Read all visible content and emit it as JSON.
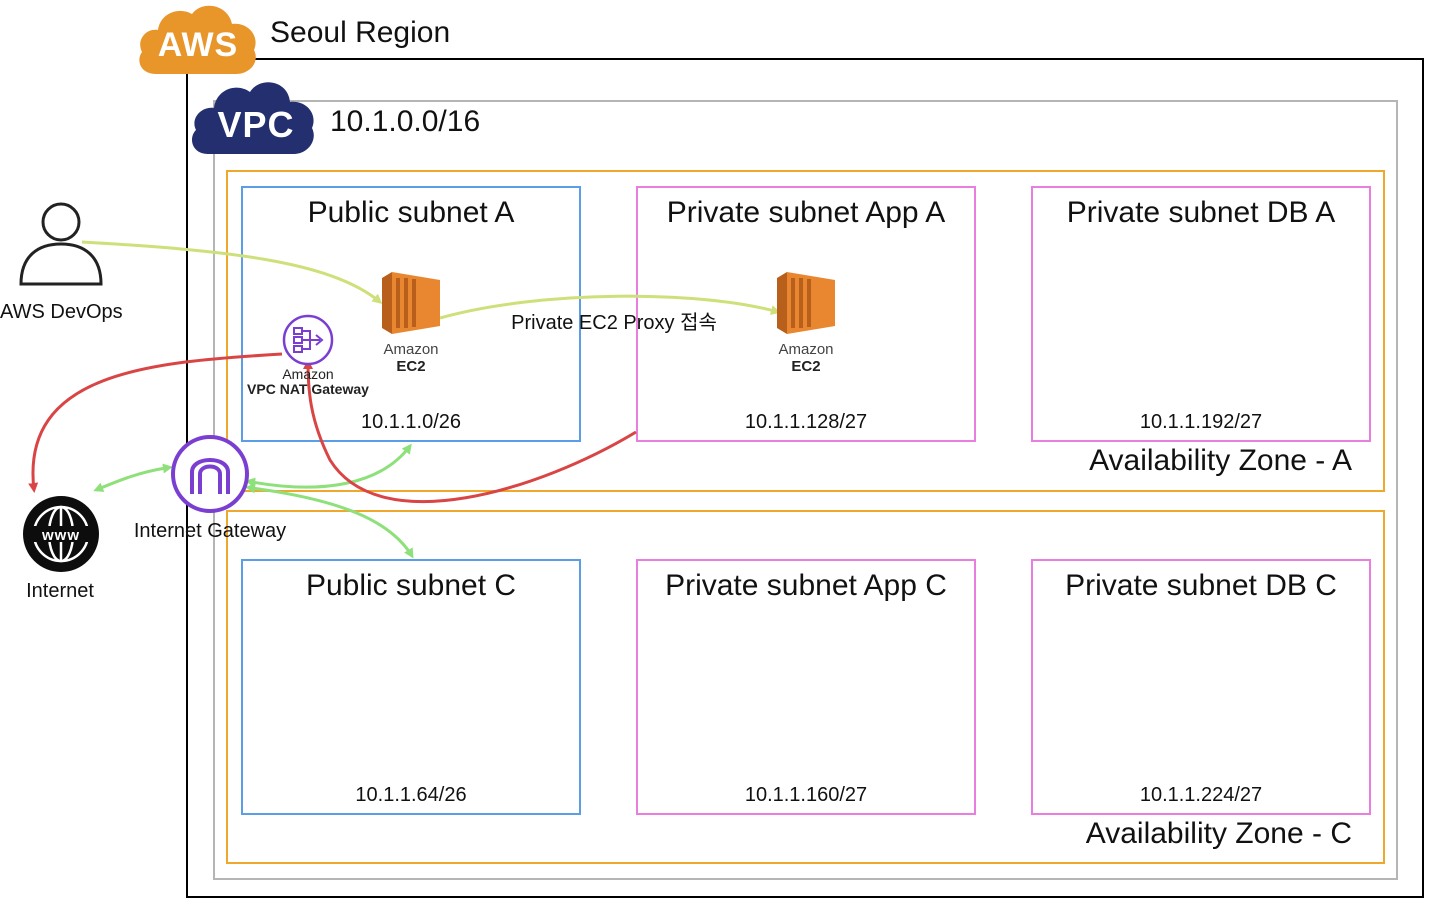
{
  "aws": {
    "logo_text": "AWS",
    "region_label": "Seoul Region"
  },
  "vpc": {
    "logo_text": "VPC",
    "cidr": "10.1.0.0/16"
  },
  "zones": [
    {
      "label": "Availability Zone - A"
    },
    {
      "label": "Availability Zone - C"
    }
  ],
  "subnets": {
    "public_a": {
      "title": "Public subnet A",
      "cidr": "10.1.1.0/26"
    },
    "app_a": {
      "title": "Private subnet App A",
      "cidr": "10.1.1.128/27"
    },
    "db_a": {
      "title": "Private subnet DB A",
      "cidr": "10.1.1.192/27"
    },
    "public_c": {
      "title": "Public subnet C",
      "cidr": "10.1.1.64/26"
    },
    "app_c": {
      "title": "Private subnet App C",
      "cidr": "10.1.1.160/27"
    },
    "db_c": {
      "title": "Private subnet DB C",
      "cidr": "10.1.1.224/27"
    }
  },
  "nodes": {
    "devops": {
      "label": "AWS DevOps",
      "icon": "user-icon"
    },
    "internet": {
      "label": "Internet",
      "icon_text": "www",
      "icon": "globe-icon"
    },
    "igw": {
      "label": "Internet Gateway",
      "icon": "internet-gateway-icon"
    },
    "nat": {
      "line1": "Amazon",
      "line2": "VPC NAT Gateway",
      "icon": "nat-gateway-icon"
    },
    "ec2_public": {
      "line1": "Amazon",
      "line2": "EC2",
      "icon": "ec2-icon"
    },
    "ec2_private": {
      "line1": "Amazon",
      "line2": "EC2",
      "icon": "ec2-icon"
    }
  },
  "edges": {
    "proxy_label": "Private EC2 Proxy 접속"
  },
  "colors": {
    "aws_orange": "#e8962a",
    "vpc_navy": "#232f6e",
    "az_border": "#f0a82c",
    "public_border": "#5b9ee6",
    "private_border": "#e77ee0",
    "yellow_green_arrow": "#cde07a",
    "green_arrow": "#8ee07a",
    "red_arrow": "#d94545",
    "igw_purple": "#7a3fd1"
  }
}
